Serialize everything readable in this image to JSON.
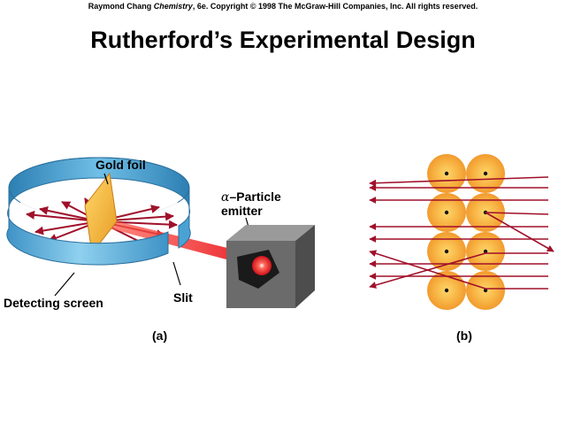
{
  "header": {
    "copyright_prefix": "Raymond Chang ",
    "copyright_book": "Chemistry",
    "copyright_suffix": ", 6e.  Copyright © 1998 The McGraw-Hill Companies, Inc. All rights reserved.",
    "title": "Rutherford’s Experimental Design"
  },
  "diagram_a": {
    "label_gold_foil": "Gold foil",
    "label_alpha_symbol": "α",
    "label_particle": "–Particle",
    "label_emitter": "emitter",
    "label_detecting_screen": "Detecting screen",
    "label_slit": "Slit",
    "caption": "(a)"
  },
  "diagram_b": {
    "caption": "(b)"
  },
  "colors": {
    "screen_blue": "#5ab4e0",
    "arrow_red": "#a0102a",
    "beam_red": "#e8202a",
    "foil_gold": "#f0b43c",
    "atom_orange": "#f2a23a",
    "emitter_gray": "#6b6b6b"
  }
}
